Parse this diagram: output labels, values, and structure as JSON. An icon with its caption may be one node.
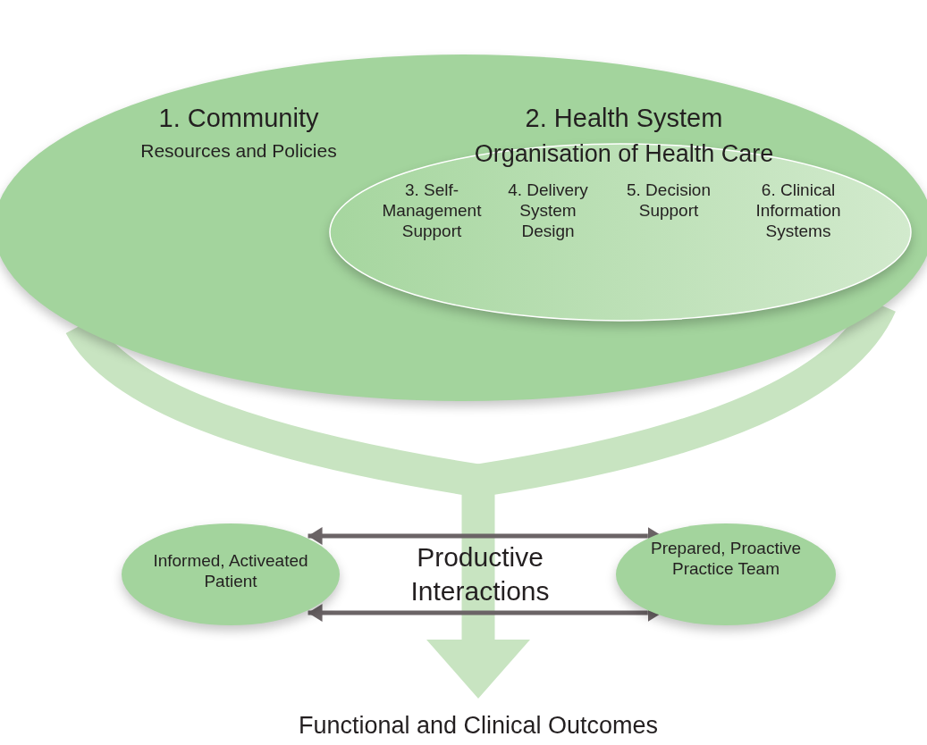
{
  "diagram": {
    "nodes": [
      {
        "text": [
          "1. Community",
          "Resources and Policies"
        ]
      },
      {
        "text": [
          "2. Health System",
          "Organisation of Health Care",
          "3. Self-Management Support",
          "4. Delivery System Design",
          "5. Decision Support",
          "6. Clinical Information Systems"
        ],
        "in": 0
      },
      {
        "text": [
          "Informed, Activeated Patient"
        ]
      },
      {
        "text": [
          "Prepared, Proactive Practice Team"
        ]
      },
      {
        "text": [
          "Functional and Clinical Outcomes"
        ]
      }
    ],
    "edges": [
      {
        "from": 0,
        "to": 4,
        "arrow": "to",
        "style": "thick",
        "color": "#c8e4c1"
      },
      {
        "from": 2,
        "to": 3,
        "arrow": "both"
      },
      {
        "from": 2,
        "to": 3,
        "arrow": "both"
      }
    ],
    "labels": [
      "Productive Interactions"
    ]
  }
}
